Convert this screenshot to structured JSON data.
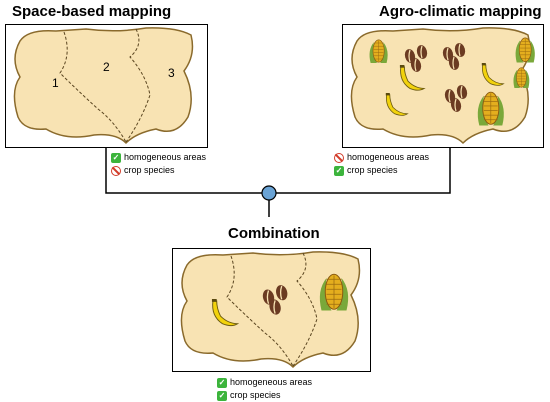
{
  "titles": {
    "space_based": "Space-based mapping",
    "agro_climatic": "Agro-climatic mapping",
    "combination": "Combination"
  },
  "zones": [
    "1",
    "2",
    "3"
  ],
  "legend_space": [
    {
      "status": "check",
      "label": "homogeneous areas"
    },
    {
      "status": "prohibited",
      "label": "crop species"
    }
  ],
  "legend_agro": [
    {
      "status": "prohibited",
      "label": "homogeneous areas"
    },
    {
      "status": "check",
      "label": "crop species"
    }
  ],
  "legend_combination": [
    {
      "status": "check",
      "label": "homogeneous areas"
    },
    {
      "status": "check",
      "label": "crop species"
    }
  ],
  "colors": {
    "land_fill": "#f8e3b3",
    "land_stroke": "#8a6a2c",
    "banana": "#f2d20c",
    "coffee": "#6b3b22",
    "corn": "#e4ae1e",
    "connector_node": "#6aa3d5"
  },
  "icons": [
    "banana-icon",
    "coffee-bean-icon",
    "corn-icon",
    "checkmark-icon",
    "prohibited-icon"
  ]
}
